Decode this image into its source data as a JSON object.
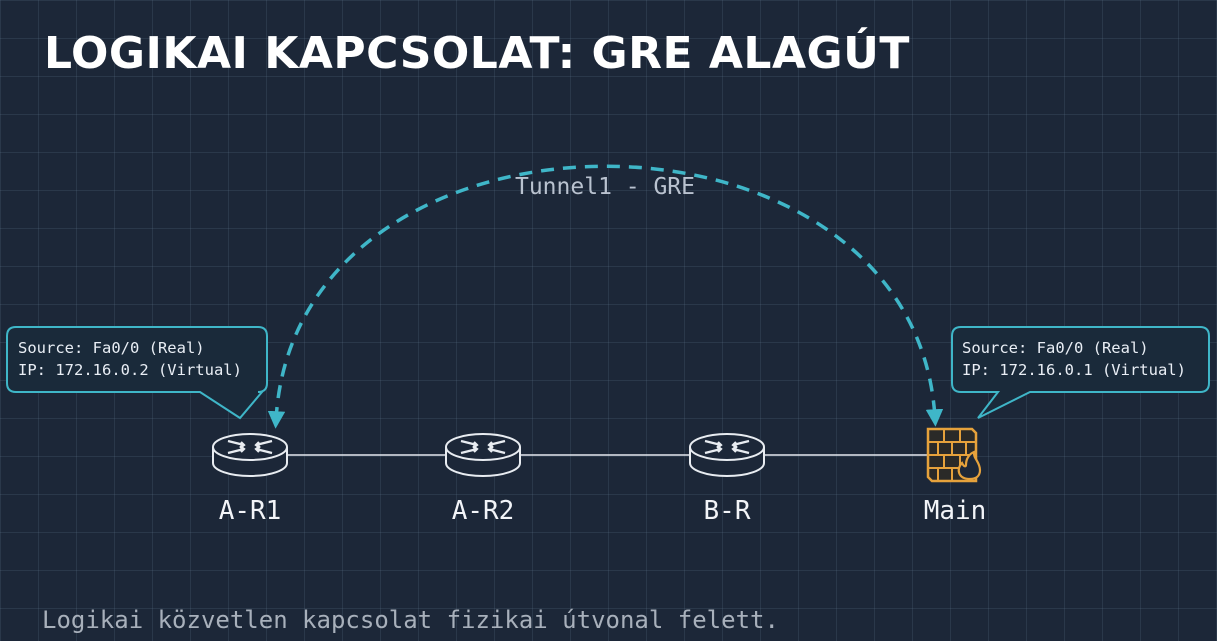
{
  "title": "LOGIKAI KAPCSOLAT: GRE ALAGÚT",
  "tunnel": {
    "label": "Tunnel1 - GRE"
  },
  "nodes": [
    {
      "id": "a-r1",
      "label": "A-R1",
      "type": "router"
    },
    {
      "id": "a-r2",
      "label": "A-R2",
      "type": "router"
    },
    {
      "id": "b-r",
      "label": "B-R",
      "type": "router"
    },
    {
      "id": "main",
      "label": "Main",
      "type": "firewall"
    }
  ],
  "callouts": {
    "left": {
      "line1": "Source: Fa0/0 (Real)",
      "line2": "IP: 172.16.0.2 (Virtual)"
    },
    "right": {
      "line1": "Source: Fa0/0 (Real)",
      "line2": "IP: 172.16.0.1 (Virtual)"
    }
  },
  "footer": "Logikai közvetlen kapcsolat fizikai útvonal felett.",
  "colors": {
    "accent": "#3fb6c8",
    "firewall": "#e6a23c",
    "background": "#1c2738"
  }
}
